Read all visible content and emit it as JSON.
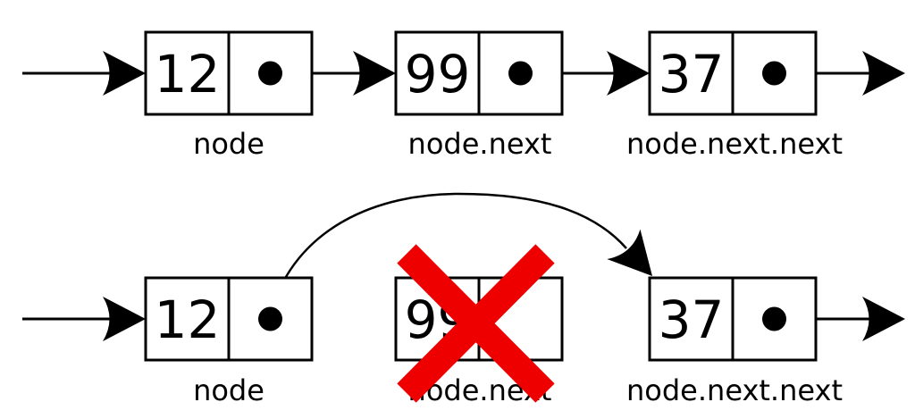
{
  "diagram": {
    "colors": {
      "background": "#ffffff",
      "stroke": "#000000",
      "delete_cross": "#ee0000"
    },
    "rows": [
      {
        "id": "before-deletion",
        "nodes": [
          {
            "value": "12",
            "label": "node",
            "pointer": "arrow-to-next-node",
            "crossed_out": false
          },
          {
            "value": "99",
            "label": "node.next",
            "pointer": "arrow-to-next-node",
            "crossed_out": false
          },
          {
            "value": "37",
            "label": "node.next.next",
            "pointer": "arrow-out",
            "crossed_out": false
          }
        ]
      },
      {
        "id": "after-deletion",
        "nodes": [
          {
            "value": "12",
            "label": "node",
            "pointer": "curved-bypass-arrow-to-node.next.next",
            "crossed_out": false
          },
          {
            "value": "99",
            "label": "node.next",
            "pointer": "none",
            "crossed_out": true
          },
          {
            "value": "37",
            "label": "node.next.next",
            "pointer": "arrow-out",
            "crossed_out": false
          }
        ]
      }
    ]
  }
}
